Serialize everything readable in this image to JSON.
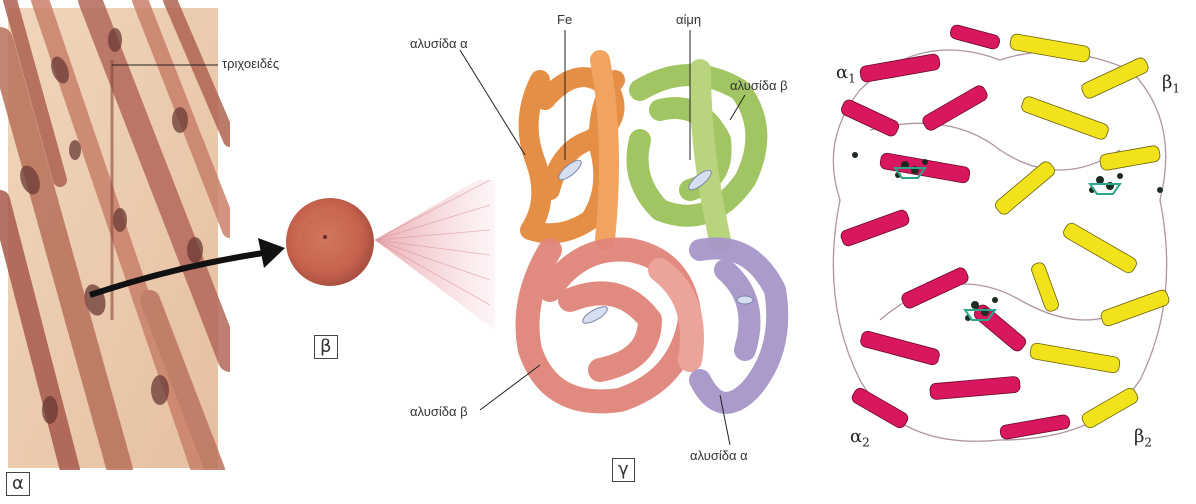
{
  "panels": {
    "a": {
      "letter": "α",
      "capillary_label": "τριχοειδές"
    },
    "b": {
      "letter": "β"
    },
    "c": {
      "letter": "γ",
      "labels": {
        "alpha_chain_top": "αλυσίδα α",
        "iron": "Fe",
        "heme": "αίμη",
        "beta_chain_top": "αλυσίδα β",
        "beta_chain_bottom": "αλυσίδα β",
        "alpha_chain_bottom": "αλυσίδα α"
      }
    },
    "d": {
      "subunits": {
        "alpha1": {
          "base": "α",
          "sub": "1"
        },
        "beta1": {
          "base": "β",
          "sub": "1"
        },
        "alpha2": {
          "base": "α",
          "sub": "2"
        },
        "beta2": {
          "base": "β",
          "sub": "2"
        }
      }
    }
  },
  "colors": {
    "tissue_bg": "#e9c6a6",
    "muscle_fiber": "#c9846a",
    "red_cell": "#c96a55",
    "chain_orange": "#e38a3c",
    "chain_green": "#9cc25a",
    "chain_salmon": "#e0857a",
    "chain_purple": "#a696c8",
    "helix_magenta": "#d8175e",
    "helix_yellow": "#f1e21c"
  }
}
